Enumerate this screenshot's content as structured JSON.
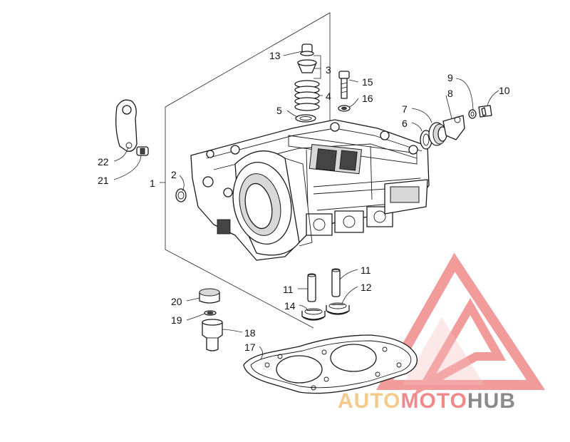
{
  "callouts": [
    {
      "id": "1",
      "text": "1"
    },
    {
      "id": "2",
      "text": "2"
    },
    {
      "id": "3",
      "text": "3"
    },
    {
      "id": "4",
      "text": "4"
    },
    {
      "id": "5",
      "text": "5"
    },
    {
      "id": "6",
      "text": "6"
    },
    {
      "id": "7",
      "text": "7"
    },
    {
      "id": "8",
      "text": "8"
    },
    {
      "id": "9",
      "text": "9"
    },
    {
      "id": "10",
      "text": "10"
    },
    {
      "id": "11a",
      "text": "11"
    },
    {
      "id": "11b",
      "text": "11"
    },
    {
      "id": "12",
      "text": "12"
    },
    {
      "id": "13",
      "text": "13"
    },
    {
      "id": "14",
      "text": "14"
    },
    {
      "id": "15",
      "text": "15"
    },
    {
      "id": "16",
      "text": "16"
    },
    {
      "id": "17",
      "text": "17"
    },
    {
      "id": "18",
      "text": "18"
    },
    {
      "id": "19",
      "text": "19"
    },
    {
      "id": "20",
      "text": "20"
    },
    {
      "id": "21",
      "text": "21"
    },
    {
      "id": "22",
      "text": "22"
    }
  ],
  "watermark": {
    "text_part1": "AUTO",
    "text_part2": "MOTO",
    "text_part3": "HUB",
    "color_light": "#f5c98a",
    "color_red": "#f08a8a",
    "color_gray": "#8a8a8a"
  }
}
